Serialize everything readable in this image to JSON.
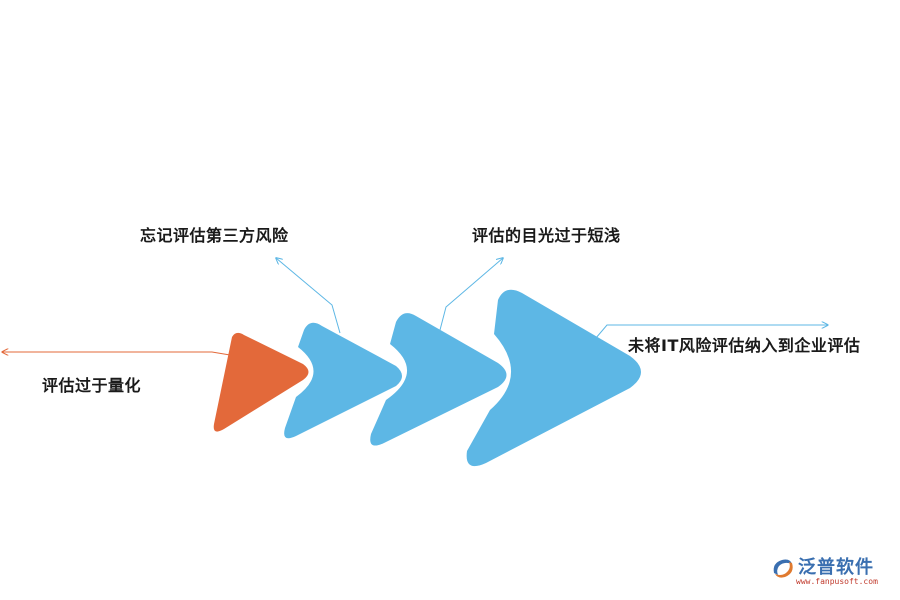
{
  "labels": [
    "评估过于量化",
    "忘记评估第三方风险",
    "评估的目光过于短浅",
    "未将IT风险评估纳入到企业评估"
  ],
  "colors": {
    "orange": "#e3693a",
    "blue": "#5db7e5",
    "orange_line": "#e3693a",
    "blue_line": "#5db7e5"
  },
  "logo": {
    "name": "泛普软件",
    "url": "www.fanpusoft.com"
  }
}
